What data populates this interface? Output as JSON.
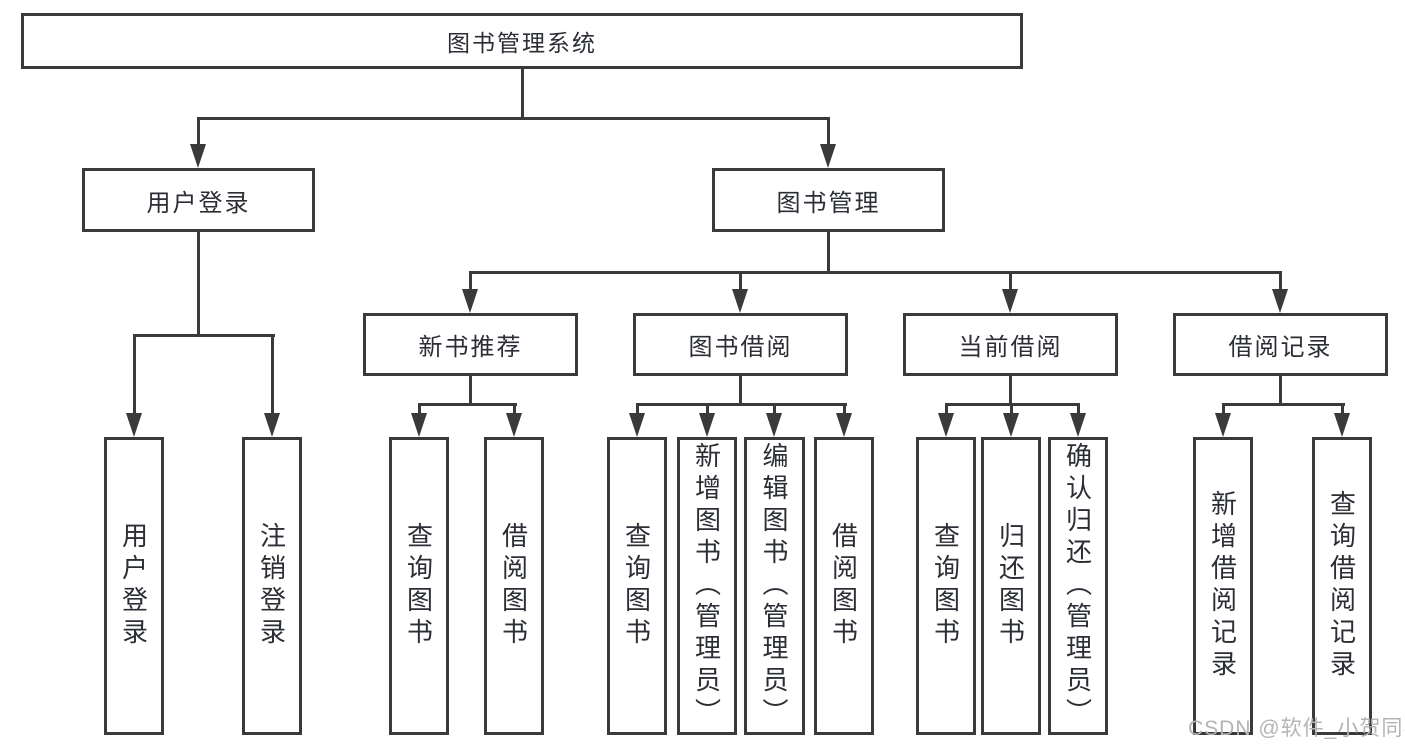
{
  "diagram": {
    "root": {
      "label": "图书管理系统"
    },
    "user_branch": {
      "label": "用户登录",
      "children": [
        {
          "label": "用户登录"
        },
        {
          "label": "注销登录"
        }
      ]
    },
    "book_branch": {
      "label": "图书管理",
      "groups": [
        {
          "label": "新书推荐",
          "children": [
            {
              "label": "查询图书"
            },
            {
              "label": "借阅图书"
            }
          ]
        },
        {
          "label": "图书借阅",
          "children": [
            {
              "label": "查询图书"
            },
            {
              "label": "新增图书（管理员）"
            },
            {
              "label": "编辑图书（管理员）"
            },
            {
              "label": "借阅图书"
            }
          ]
        },
        {
          "label": "当前借阅",
          "children": [
            {
              "label": "查询图书"
            },
            {
              "label": "归还图书"
            },
            {
              "label": "确认归还（管理员）"
            }
          ]
        },
        {
          "label": "借阅记录",
          "children": [
            {
              "label": "新增借阅记录"
            },
            {
              "label": "查询借阅记录"
            }
          ]
        }
      ]
    }
  },
  "watermark": {
    "text": "CSDN @软件_小贺同学"
  },
  "colors": {
    "line": "#3a3a3a",
    "text": "#2b2e35",
    "watermark": "#b4b4b8",
    "background": "#ffffff"
  }
}
